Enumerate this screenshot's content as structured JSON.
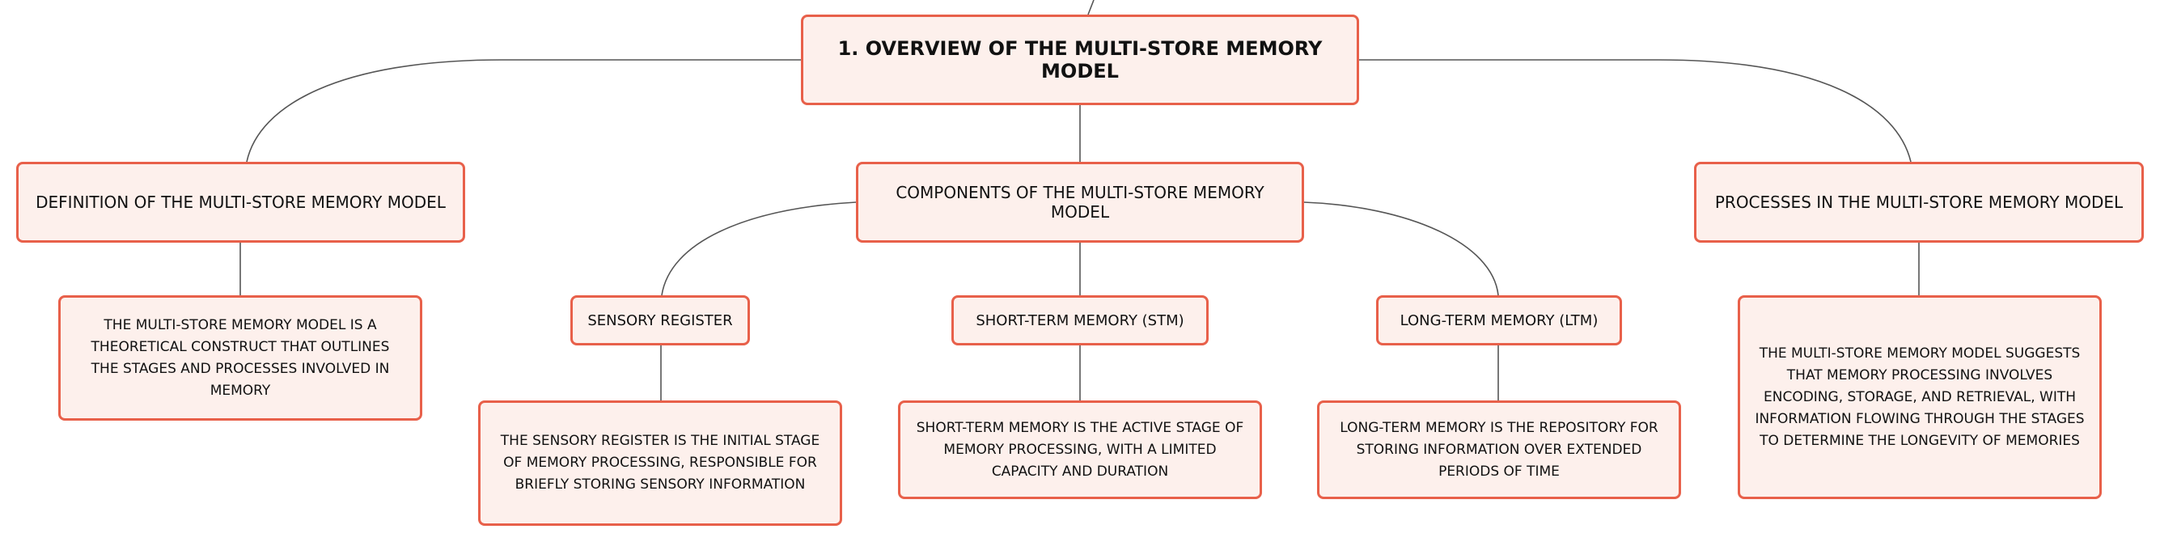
{
  "colors": {
    "node_fill": "#fdf0ec",
    "node_border": "#e8604a",
    "connector": "#555555"
  },
  "root": {
    "label": "1. OVERVIEW OF THE MULTI-STORE MEMORY MODEL"
  },
  "definition": {
    "label": "DEFINITION OF THE MULTI-STORE MEMORY MODEL",
    "detail": "THE MULTI-STORE MEMORY MODEL IS A THEORETICAL CONSTRUCT THAT OUTLINES THE STAGES AND PROCESSES INVOLVED IN MEMORY"
  },
  "components": {
    "label": "COMPONENTS OF THE MULTI-STORE MEMORY MODEL",
    "sensory": {
      "label": "SENSORY REGISTER",
      "detail": "THE SENSORY REGISTER IS THE INITIAL STAGE OF MEMORY PROCESSING, RESPONSIBLE FOR BRIEFLY STORING SENSORY INFORMATION"
    },
    "stm": {
      "label": "SHORT-TERM MEMORY (STM)",
      "detail": "SHORT-TERM MEMORY IS THE ACTIVE STAGE OF MEMORY PROCESSING, WITH A LIMITED CAPACITY AND DURATION"
    },
    "ltm": {
      "label": "LONG-TERM MEMORY (LTM)",
      "detail": "LONG-TERM MEMORY IS THE REPOSITORY FOR STORING INFORMATION OVER EXTENDED PERIODS OF TIME"
    }
  },
  "processes": {
    "label": "PROCESSES IN THE MULTI-STORE MEMORY MODEL",
    "detail": "THE MULTI-STORE MEMORY MODEL SUGGESTS THAT MEMORY PROCESSING INVOLVES ENCODING, STORAGE, AND RETRIEVAL, WITH INFORMATION FLOWING THROUGH THE STAGES TO DETERMINE THE LONGEVITY OF MEMORIES"
  }
}
